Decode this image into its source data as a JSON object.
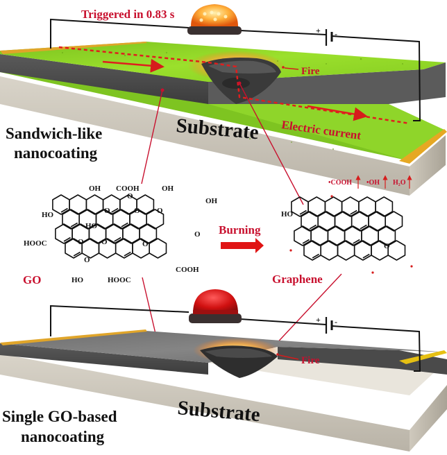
{
  "figure": {
    "top_panel": {
      "trigger_label": "Triggered in 0.83 s",
      "fire_label": "Fire",
      "current_label": "Electric current",
      "substrate_label": "Substrate",
      "coating_title_line1": "Sandwich-like",
      "coating_title_line2": "nanocoating",
      "battery_plus": "+",
      "battery_minus": "-",
      "alarm_state": "on",
      "alarm_color": "#ff8a1c",
      "coating_color": "#8fd52a"
    },
    "middle_panel": {
      "go_label": "GO",
      "reaction_label": "Burning",
      "graphene_label": "Graphene",
      "released_species": [
        "•COOH",
        "•OH",
        "H₂O"
      ],
      "go_groups": {
        "oh_top_left": "OH",
        "cooh_top": "COOH",
        "oh_top_right": "OH",
        "oh_right": "OH",
        "ho_left": "HO",
        "ho_inner": "HO",
        "ketone": "O",
        "hooc_left": "HOOC",
        "cooh_bottom_right": "COOH",
        "ho_bottom": "HO",
        "hooc_bottom": "HOOC",
        "epoxy": "O"
      },
      "graphene_groups": {
        "ho": "HO",
        "epoxy": "O"
      }
    },
    "bottom_panel": {
      "fire_label": "Fire",
      "substrate_label": "Substrate",
      "coating_title_line1": "Single GO-based",
      "coating_title_line2": "nanocoating",
      "battery_plus": "+",
      "battery_minus": "-",
      "alarm_state": "off",
      "alarm_color": "#d41414",
      "coating_color": "#6b6b6b"
    }
  }
}
